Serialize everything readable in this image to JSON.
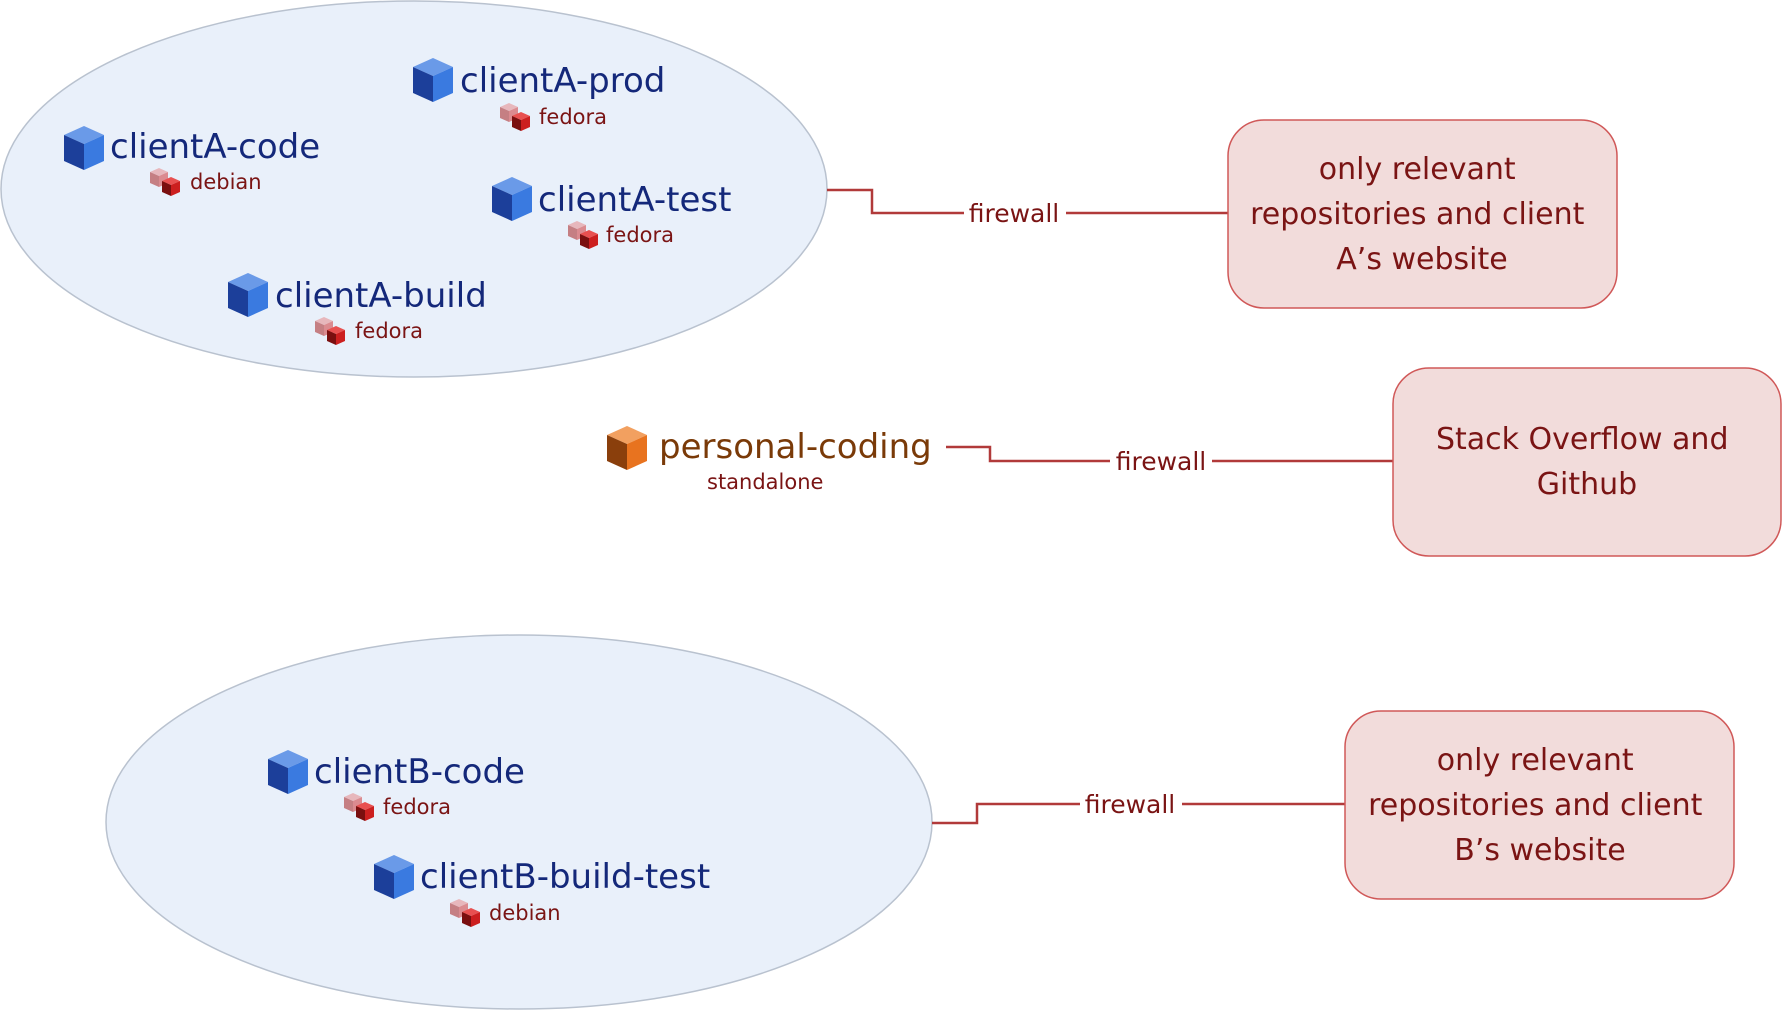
{
  "groups": [
    {
      "vms": [
        {
          "name": "clientA-prod",
          "template": "fedora",
          "icon": "blue-cube-icon"
        },
        {
          "name": "clientA-code",
          "template": "debian",
          "icon": "blue-cube-icon"
        },
        {
          "name": "clientA-test",
          "template": "fedora",
          "icon": "blue-cube-icon"
        },
        {
          "name": "clientA-build",
          "template": "fedora",
          "icon": "blue-cube-icon"
        }
      ],
      "firewall_label": "firewall",
      "allowed": [
        "only relevant",
        "repositories and client",
        "A’s website"
      ]
    },
    {
      "vms": [
        {
          "name": "personal-coding",
          "template": "standalone",
          "icon": "orange-cube-icon"
        }
      ],
      "firewall_label": "firewall",
      "allowed": [
        "Stack Overflow and",
        "Github"
      ]
    },
    {
      "vms": [
        {
          "name": "clientB-code",
          "template": "fedora",
          "icon": "blue-cube-icon"
        },
        {
          "name": "clientB-build-test",
          "template": "debian",
          "icon": "blue-cube-icon"
        }
      ],
      "firewall_label": "firewall",
      "allowed": [
        "only relevant",
        "repositories and client",
        "B’s website"
      ]
    }
  ],
  "colors": {
    "group_fill": "#e9f0fa",
    "group_stroke": "#b9c2cf",
    "vm_blue": "#2f6fd8",
    "vm_orange": "#e8731f",
    "template_red": "#cc1f1f",
    "line": "#b13a3a",
    "box_fill": "#f2dcdb",
    "box_stroke": "#d05858",
    "text_dark_blue": "#14287a",
    "text_dark_red": "#7a1414"
  }
}
